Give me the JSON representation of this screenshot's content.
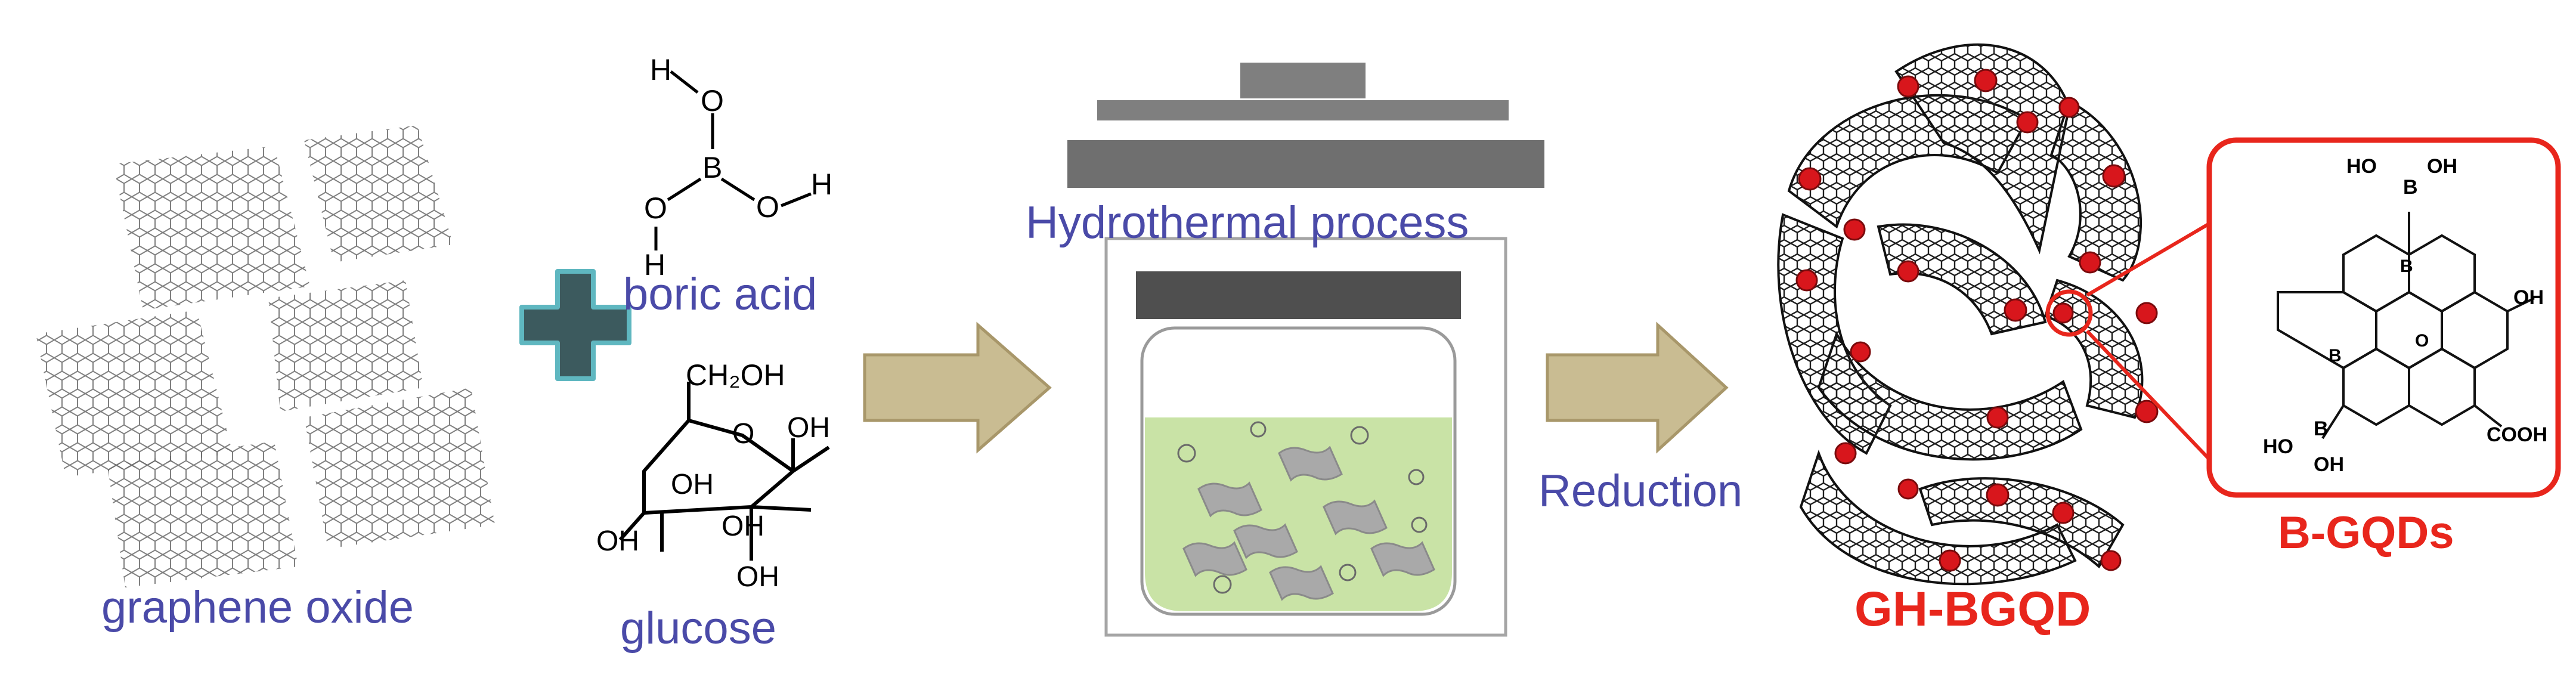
{
  "labels": {
    "graphene_oxide": "graphene  oxide",
    "boric_acid": "boric acid",
    "glucose": "glucose",
    "hydrothermal": "Hydrothermal process",
    "reduction": "Reduction",
    "gh_bgqd": "GH-BGQD",
    "b_gqds": "B-GQDs"
  },
  "boric_acid_atoms": {
    "h": "H",
    "o": "O",
    "b": "B"
  },
  "glucose_groups": {
    "ch2oh": "CH₂OH",
    "oh": "OH",
    "o": "O"
  },
  "bgqd_groups": {
    "ho": "HO",
    "oh": "OH",
    "b": "B",
    "o": "O",
    "cooh": "COOH"
  },
  "colors": {
    "label_blue": "#4a4aa8",
    "label_red": "#e8261c",
    "arrow_fill": "#c9bc92",
    "arrow_stroke": "#a8976a",
    "plus_fill": "#3c5a5e",
    "plus_stroke": "#5fb7c0",
    "liquid": "#c9e3a6",
    "autoclave_gray": "#7f7f7f",
    "lid_dark": "#4f4f4f"
  },
  "icons": [
    "graphene-sheet-icon",
    "plus-icon",
    "process-arrow-icon",
    "autoclave-icon",
    "graphene-hydrogel-icon",
    "zoom-circle-icon"
  ]
}
